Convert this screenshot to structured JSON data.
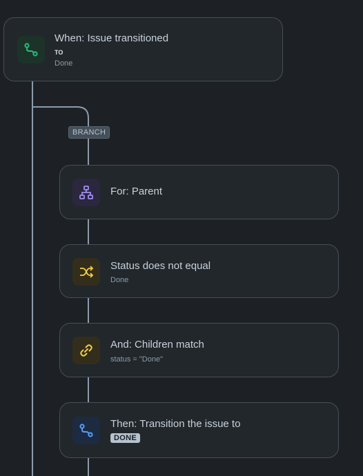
{
  "trigger": {
    "title": "When: Issue transitioned",
    "label": "TO",
    "value": "Done",
    "icon": "transition-icon",
    "color": "#2abb7f"
  },
  "branch": {
    "tag": "BRANCH"
  },
  "steps": [
    {
      "title": "For: Parent",
      "icon": "hierarchy-icon",
      "color": "#9f8fef"
    },
    {
      "title": "Status does not equal",
      "subtitle": "Done",
      "icon": "shuffle-icon",
      "color": "#f5cd47"
    },
    {
      "title": "And: Children match",
      "subtitle": "status = \"Done\"",
      "icon": "link-icon",
      "color": "#f5cd47"
    },
    {
      "title": "Then: Transition the issue to",
      "badge": "DONE",
      "icon": "transition-icon",
      "color": "#579dff"
    }
  ]
}
